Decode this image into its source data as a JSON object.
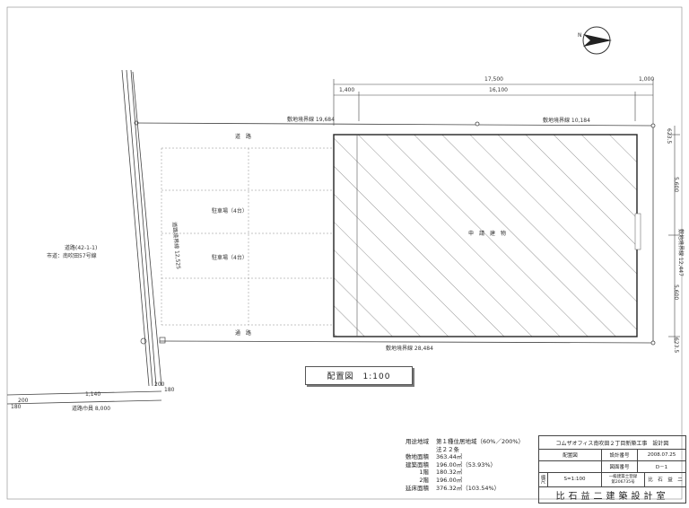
{
  "sheet_title": "配置図　1:100",
  "labels": {
    "road_top": "道　路",
    "parking1": "駐車場（4台）",
    "parking2": "駐車場（4台）",
    "passage": "通　路",
    "building": "申　請　建　物",
    "road_left_line1": "道路(42-1-1)",
    "road_left_line2": "市道：南吹田57号線",
    "road_width": "道路巾員 8,000",
    "boundary_top_left": "敷地境界線 19,684",
    "boundary_top_right": "敷地境界線 10,184",
    "boundary_bottom": "敷地境界線 28,484",
    "boundary_right": "敷地境界線 12,447",
    "boundary_left": "道路境界線 12,525"
  },
  "dimensions": {
    "overall_width": "17,500",
    "left_offset": "1,400",
    "building_width": "16,100",
    "right_offset": "1,000",
    "right_top": "623.5",
    "right_upper": "5,600",
    "right_lower": "5,600",
    "right_bottom": "623.5",
    "road_1140": "1,140",
    "road_200a": "200",
    "road_180a": "180",
    "road_200b": "200",
    "road_180b": "180"
  },
  "spec": [
    {
      "label": "用途地域",
      "value": "第１種住居地域（60%／200%）"
    },
    {
      "label": "",
      "value": "法２２条"
    },
    {
      "label": "敷地面積",
      "value": "363.44㎡"
    },
    {
      "label": "建築面積",
      "value": "196.00㎡（53.93%）"
    },
    {
      "label": "1階",
      "value": "180.32㎡"
    },
    {
      "label": "2階",
      "value": "196.00㎡"
    },
    {
      "label": "延床面積",
      "value": "376.32㎡（103.54%）"
    }
  ],
  "title_block": {
    "project": "コムザオフィス南吹田２丁目新築工事　設計図",
    "drawing_name": "配置図",
    "date_label": "設計番号",
    "date": "2008.07.25",
    "number_label": "図面番号",
    "number": "D－1",
    "scale_label": "縮尺",
    "scale": "S=1:100",
    "license_line1": "一級建築士登録",
    "license_line2": "第206735号",
    "architect": "比　石　益　二",
    "office": "比石益二建築設計室"
  },
  "icons": {
    "north": "north-arrow-icon"
  }
}
